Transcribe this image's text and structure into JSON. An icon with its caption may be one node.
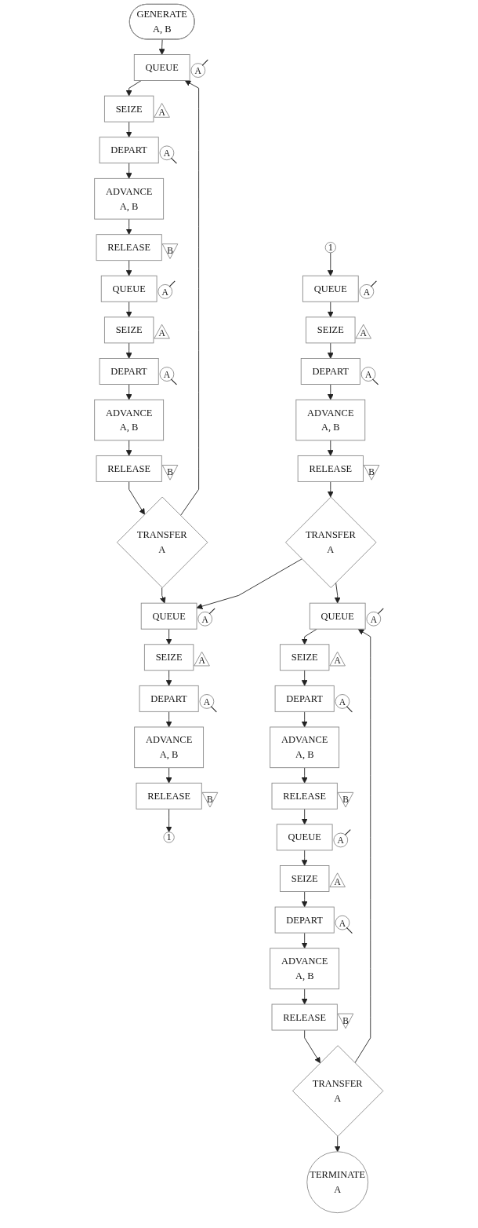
{
  "diagram": {
    "nodes": [
      {
        "text": [
          "GENERATE",
          "A, B"
        ]
      },
      {
        "text": [
          "QUEUE"
        ],
        "beside": [
          "A"
        ]
      },
      {
        "text": [
          "SEIZE"
        ],
        "beside": [
          "A"
        ]
      },
      {
        "text": [
          "DEPART"
        ],
        "beside": [
          "A"
        ]
      },
      {
        "text": [
          "ADVANCE",
          "A, B"
        ]
      },
      {
        "text": [
          "RELEASE"
        ],
        "beside": [
          "B"
        ]
      },
      {
        "text": [
          "QUEUE"
        ],
        "beside": [
          "A"
        ]
      },
      {
        "text": [
          "SEIZE"
        ],
        "beside": [
          "A"
        ]
      },
      {
        "text": [
          "DEPART"
        ],
        "beside": [
          "A"
        ]
      },
      {
        "text": [
          "ADVANCE",
          "A, B"
        ]
      },
      {
        "text": [
          "RELEASE"
        ],
        "beside": [
          "B"
        ]
      },
      {
        "text": [
          "TRANSFER",
          "A"
        ]
      },
      {
        "text": [
          "QUEUE"
        ],
        "beside": [
          "A"
        ]
      },
      {
        "text": [
          "SEIZE"
        ],
        "beside": [
          "A"
        ]
      },
      {
        "text": [
          "DEPART"
        ],
        "beside": [
          "A"
        ]
      },
      {
        "text": [
          "ADVANCE",
          "A, B"
        ]
      },
      {
        "text": [
          "RELEASE"
        ],
        "beside": [
          "B"
        ]
      },
      {
        "text": [
          "1"
        ]
      },
      {
        "text": [
          "1"
        ]
      },
      {
        "text": [
          "QUEUE"
        ],
        "beside": [
          "A"
        ]
      },
      {
        "text": [
          "SEIZE"
        ],
        "beside": [
          "A"
        ]
      },
      {
        "text": [
          "DEPART"
        ],
        "beside": [
          "A"
        ]
      },
      {
        "text": [
          "ADVANCE",
          "A, B"
        ]
      },
      {
        "text": [
          "RELEASE"
        ],
        "beside": [
          "B"
        ]
      },
      {
        "text": [
          "TRANSFER",
          "A"
        ]
      },
      {
        "text": [
          "QUEUE"
        ],
        "beside": [
          "A"
        ]
      },
      {
        "text": [
          "SEIZE"
        ],
        "beside": [
          "A"
        ]
      },
      {
        "text": [
          "DEPART"
        ],
        "beside": [
          "A"
        ]
      },
      {
        "text": [
          "ADVANCE",
          "A, B"
        ]
      },
      {
        "text": [
          "RELEASE"
        ],
        "beside": [
          "B"
        ]
      },
      {
        "text": [
          "QUEUE"
        ],
        "beside": [
          "A"
        ]
      },
      {
        "text": [
          "SEIZE"
        ],
        "beside": [
          "A"
        ]
      },
      {
        "text": [
          "DEPART"
        ],
        "beside": [
          "A"
        ]
      },
      {
        "text": [
          "ADVANCE",
          "A, B"
        ]
      },
      {
        "text": [
          "RELEASE"
        ],
        "beside": [
          "B"
        ]
      },
      {
        "text": [
          "TRANSFER",
          "A"
        ]
      },
      {
        "text": [
          "TERMINATE",
          "A"
        ]
      }
    ],
    "edges": [
      {
        "from": 0,
        "to": 1,
        "arrow": "to"
      },
      {
        "from": 1,
        "to": 2,
        "arrow": "to"
      },
      {
        "from": 2,
        "to": 3,
        "arrow": "to"
      },
      {
        "from": 3,
        "to": 4,
        "arrow": "to"
      },
      {
        "from": 4,
        "to": 5,
        "arrow": "to"
      },
      {
        "from": 5,
        "to": 6,
        "arrow": "to"
      },
      {
        "from": 6,
        "to": 7,
        "arrow": "to"
      },
      {
        "from": 7,
        "to": 8,
        "arrow": "to"
      },
      {
        "from": 8,
        "to": 9,
        "arrow": "to"
      },
      {
        "from": 9,
        "to": 10,
        "arrow": "to"
      },
      {
        "from": 10,
        "to": 11,
        "arrow": "to"
      },
      {
        "from": 11,
        "to": 1,
        "arrow": "to"
      },
      {
        "from": 11,
        "to": 12,
        "arrow": "to"
      },
      {
        "from": 12,
        "to": 13,
        "arrow": "to"
      },
      {
        "from": 13,
        "to": 14,
        "arrow": "to"
      },
      {
        "from": 14,
        "to": 15,
        "arrow": "to"
      },
      {
        "from": 15,
        "to": 16,
        "arrow": "to"
      },
      {
        "from": 16,
        "to": 17,
        "arrow": "to"
      },
      {
        "from": 18,
        "to": 19,
        "arrow": "to"
      },
      {
        "from": 19,
        "to": 20,
        "arrow": "to"
      },
      {
        "from": 20,
        "to": 21,
        "arrow": "to"
      },
      {
        "from": 21,
        "to": 22,
        "arrow": "to"
      },
      {
        "from": 22,
        "to": 23,
        "arrow": "to"
      },
      {
        "from": 23,
        "to": 24,
        "arrow": "to"
      },
      {
        "from": 24,
        "to": 12,
        "arrow": "to"
      },
      {
        "from": 24,
        "to": 25,
        "arrow": "to"
      },
      {
        "from": 25,
        "to": 26,
        "arrow": "to"
      },
      {
        "from": 26,
        "to": 27,
        "arrow": "to"
      },
      {
        "from": 27,
        "to": 28,
        "arrow": "to"
      },
      {
        "from": 28,
        "to": 29,
        "arrow": "to"
      },
      {
        "from": 29,
        "to": 30,
        "arrow": "to"
      },
      {
        "from": 30,
        "to": 31,
        "arrow": "to"
      },
      {
        "from": 31,
        "to": 32,
        "arrow": "to"
      },
      {
        "from": 32,
        "to": 33,
        "arrow": "to"
      },
      {
        "from": 33,
        "to": 34,
        "arrow": "to"
      },
      {
        "from": 34,
        "to": 35,
        "arrow": "to"
      },
      {
        "from": 35,
        "to": 25,
        "arrow": "to"
      },
      {
        "from": 35,
        "to": 36,
        "arrow": "to"
      }
    ]
  }
}
